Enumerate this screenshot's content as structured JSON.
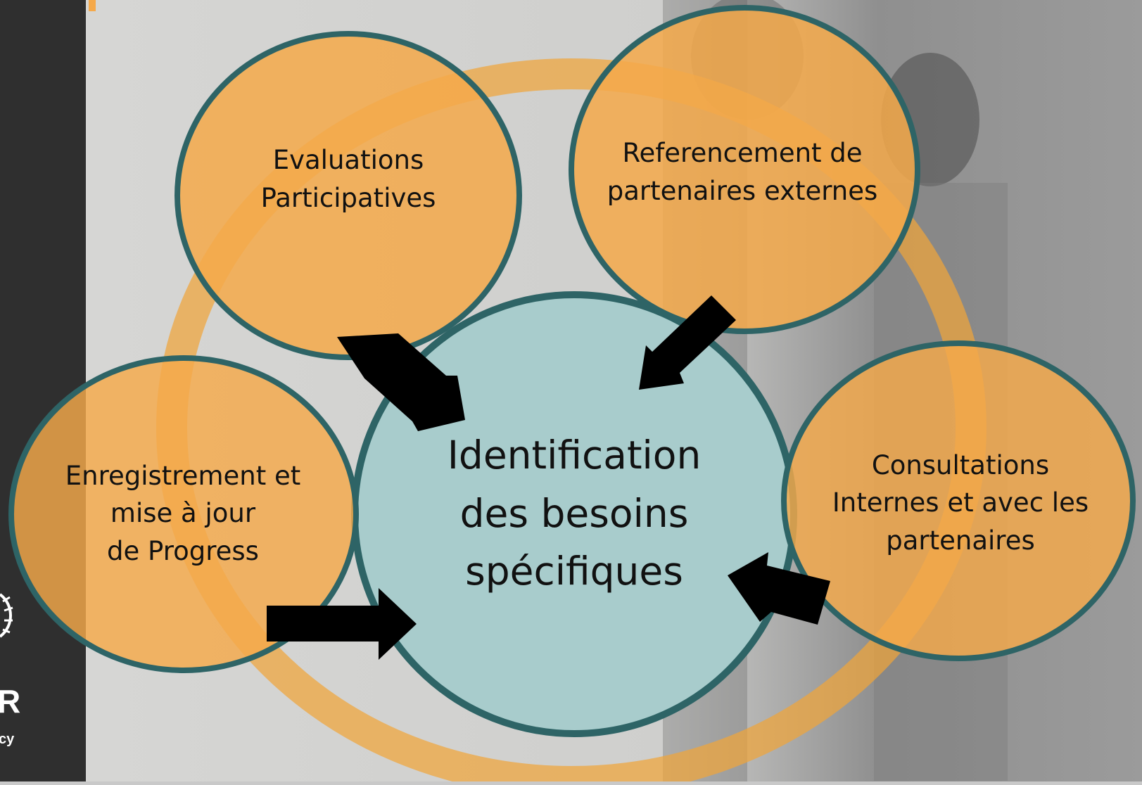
{
  "diagram": {
    "center": {
      "lines": [
        "Identification",
        "des besoins",
        "spécifiques"
      ]
    },
    "nodes": [
      {
        "id": "evaluations",
        "lines": [
          "Evaluations",
          "Participatives"
        ]
      },
      {
        "id": "referencement",
        "lines": [
          "Referencement de",
          "partenaires externes"
        ]
      },
      {
        "id": "enregistrement",
        "lines": [
          "Enregistrement et",
          "mise à jour",
          "de Progress"
        ]
      },
      {
        "id": "consultations",
        "lines": [
          "Consultations",
          "Internes et avec les",
          "partenaires"
        ]
      }
    ]
  },
  "logo": {
    "letter": "R",
    "tagline_fragment": "cy"
  },
  "colors": {
    "orange": "#f5a94a",
    "teal_fill": "#a8cccc",
    "outline": "#2e6466",
    "ring": "#f0a53a",
    "sidebar": "#2f2f2f"
  }
}
